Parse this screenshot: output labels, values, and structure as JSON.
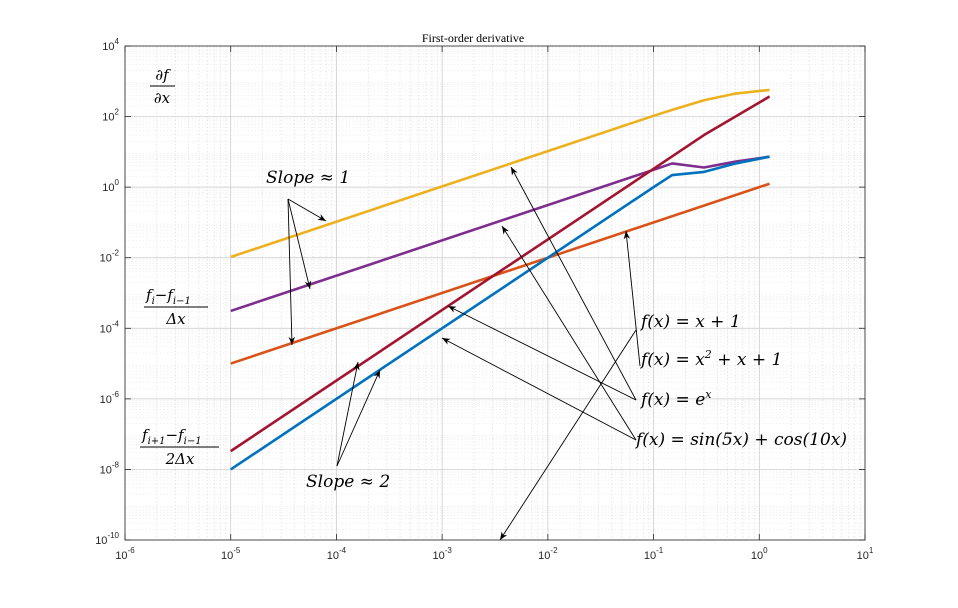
{
  "chart_data": {
    "type": "line",
    "title": "First-order derivative",
    "xlabel": "",
    "ylabel": "",
    "x_scale": "log",
    "y_scale": "log",
    "xlim": [
      1e-06,
      10
    ],
    "ylim": [
      1e-10,
      10000
    ],
    "grid": true,
    "x_ticks": [
      {
        "base": "10",
        "exp": "-6"
      },
      {
        "base": "10",
        "exp": "-5"
      },
      {
        "base": "10",
        "exp": "-4"
      },
      {
        "base": "10",
        "exp": "-3"
      },
      {
        "base": "10",
        "exp": "-2"
      },
      {
        "base": "10",
        "exp": "-1"
      },
      {
        "base": "10",
        "exp": "0"
      },
      {
        "base": "10",
        "exp": "1"
      }
    ],
    "y_ticks": [
      {
        "base": "10",
        "exp": "-10"
      },
      {
        "base": "10",
        "exp": "-8"
      },
      {
        "base": "10",
        "exp": "-6"
      },
      {
        "base": "10",
        "exp": "-4"
      },
      {
        "base": "10",
        "exp": "-2"
      },
      {
        "base": "10",
        "exp": "0"
      },
      {
        "base": "10",
        "exp": "2"
      },
      {
        "base": "10",
        "exp": "4"
      }
    ],
    "series": [
      {
        "color": "#EDB120",
        "x": [
          1e-05,
          0.01,
          0.1,
          0.15,
          0.3,
          0.6,
          1.25
        ],
        "y": [
          0.0105,
          10.5,
          105,
          155,
          290,
          450,
          570
        ]
      },
      {
        "color": "#7E2F8E",
        "x": [
          1e-05,
          0.1,
          0.15,
          0.3,
          0.6,
          1.25
        ],
        "y": [
          0.00031,
          3.1,
          4.7,
          3.6,
          5.3,
          7.3
        ]
      },
      {
        "color": "#D95319",
        "x": [
          1e-05,
          1.25
        ],
        "y": [
          1e-05,
          1.25
        ]
      },
      {
        "color": "#A2142F",
        "x": [
          1e-05,
          0.01,
          0.1,
          0.3,
          1.25
        ],
        "y": [
          3.3e-08,
          0.033,
          3.3,
          30,
          370
        ]
      },
      {
        "color": "#0072BD",
        "x": [
          1e-05,
          0.1,
          0.15,
          0.3,
          0.6,
          1.25
        ],
        "y": [
          1e-08,
          1.0,
          2.2,
          2.7,
          4.7,
          7.3
        ]
      }
    ],
    "annotations": {
      "y_axis_symbol": {
        "num": "∂f",
        "den": "∂x"
      },
      "backward_diff": {
        "num_main": "f",
        "num_sub1": "i",
        "num_mid": "−f",
        "num_sub2": "i−1",
        "den": "Δx"
      },
      "central_diff": {
        "num_main": "f",
        "num_sub1": "i+1",
        "num_mid": "−f",
        "num_sub2": "i−1",
        "den": "2Δx"
      },
      "slope1": {
        "text": "Slope ≈ 1"
      },
      "slope2": {
        "text": "Slope ≈ 2"
      },
      "fn_linear": {
        "prefix": "f(x) = x + 1"
      },
      "fn_quad": {
        "prefix": "f(x) = x",
        "sup": "2",
        "suffix": " + x + 1"
      },
      "fn_exp": {
        "prefix": "f(x) = e",
        "sup": "x",
        "suffix": ""
      },
      "fn_trig": {
        "prefix": "f(x) = sin(5x) + cos(10x)"
      }
    }
  }
}
